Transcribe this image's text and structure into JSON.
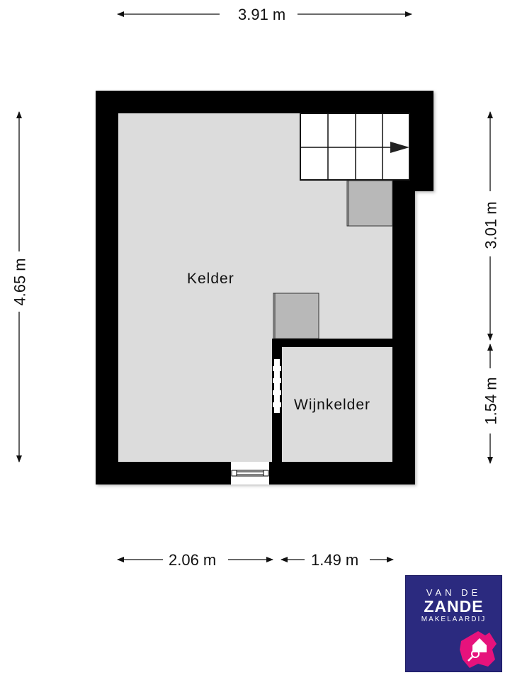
{
  "floorplan": {
    "rooms": [
      {
        "name": "Kelder"
      },
      {
        "name": "Wijnkelder"
      }
    ],
    "dimensions": {
      "top_width": "3.91 m",
      "left_height": "4.65 m",
      "right_upper_height": "3.01 m",
      "right_lower_height": "1.54 m",
      "bottom_left_width": "2.06 m",
      "bottom_right_width": "1.49 m"
    },
    "colors": {
      "wall": "#000000",
      "floor": "#dcdcdc",
      "fixture": "#b8b8b8",
      "stairs": "#ffffff"
    }
  },
  "logo": {
    "line1": "VAN DE",
    "line2": "ZANDE",
    "line3": "MAKELAARDIJ",
    "icon": "house-magnifier-hand-icon",
    "background": "#2b2a7f",
    "accent": "#e6127c"
  }
}
